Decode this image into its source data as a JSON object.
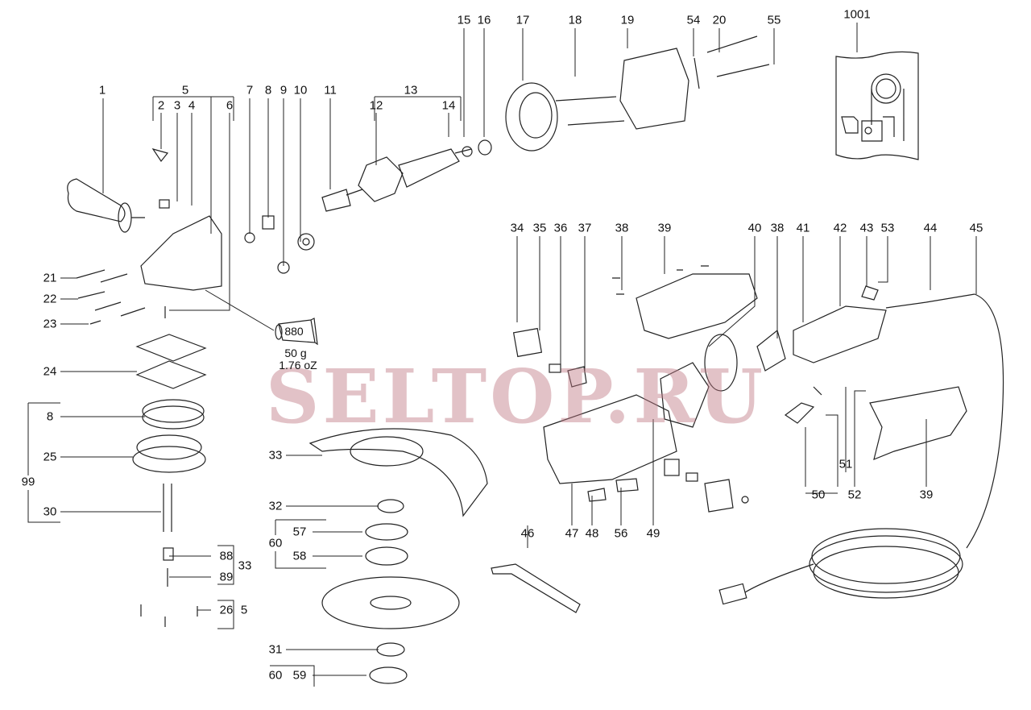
{
  "diagram": {
    "title_ref": "1001",
    "watermark": "SELTOP.RU",
    "grease": {
      "code": "880",
      "weight_g": "50 g",
      "weight_oz": "1.76 oZ"
    },
    "labels": [
      "1",
      "5",
      "2",
      "3",
      "4",
      "6",
      "7",
      "8",
      "9",
      "10",
      "11",
      "13",
      "12",
      "14",
      "15",
      "16",
      "17",
      "18",
      "19",
      "54",
      "20",
      "55",
      "1001",
      "21",
      "22",
      "23",
      "24",
      "8",
      "25",
      "99",
      "30",
      "33",
      "32",
      "60",
      "57",
      "58",
      "88",
      "33",
      "89",
      "26",
      "5",
      "31",
      "60",
      "59",
      "34",
      "35",
      "36",
      "37",
      "38",
      "39",
      "40",
      "38",
      "41",
      "42",
      "43",
      "53",
      "44",
      "45",
      "46",
      "47",
      "48",
      "56",
      "49",
      "50",
      "51",
      "52",
      "39"
    ]
  }
}
